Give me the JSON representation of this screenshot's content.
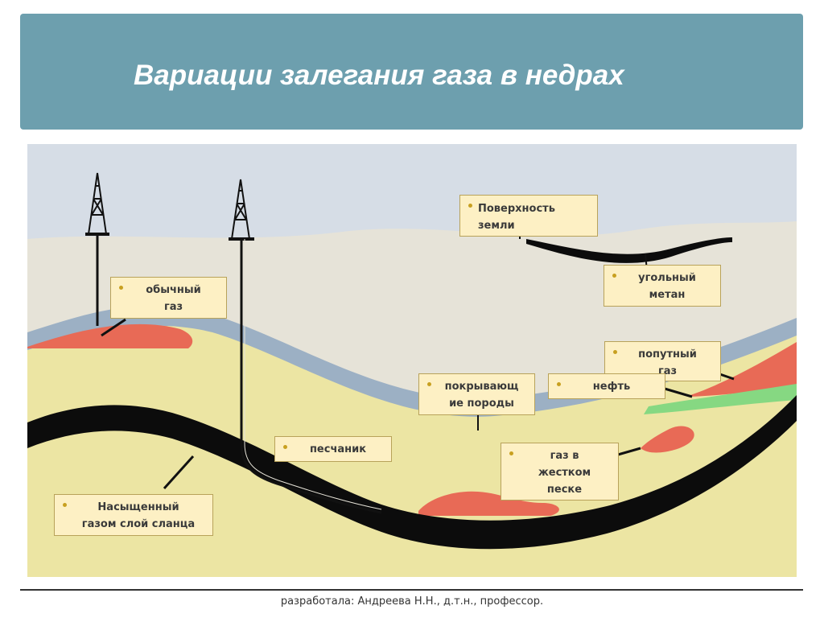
{
  "slide": {
    "title": "Вариации залегания газа в недрах",
    "footer": "разработала: Андреева Н.Н., д.т.н., профессор."
  },
  "diagram": {
    "labels": {
      "surface": "Поверхность\nземли",
      "coal_methane": "угольный\nметан",
      "conventional_gas": "обычный\nгаз",
      "associated_gas": "попутный\nгаз",
      "oil": "нефть",
      "cap_rock": "покрывающ\nие породы",
      "sandstone": "песчаник",
      "tight_gas": "газ в\nжестком\nпеске",
      "shale": "Насыщенный\nгазом слой сланца"
    },
    "colors": {
      "sky": "#d6dde6",
      "overburden": "#e6e3d8",
      "blue_layer": "#9cb0c4",
      "sandstone": "#ece5a3",
      "shale": "#0c0c0c",
      "gas": "#e86a56",
      "oil": "#86d882",
      "label_fill": "#fdf0c4"
    }
  }
}
